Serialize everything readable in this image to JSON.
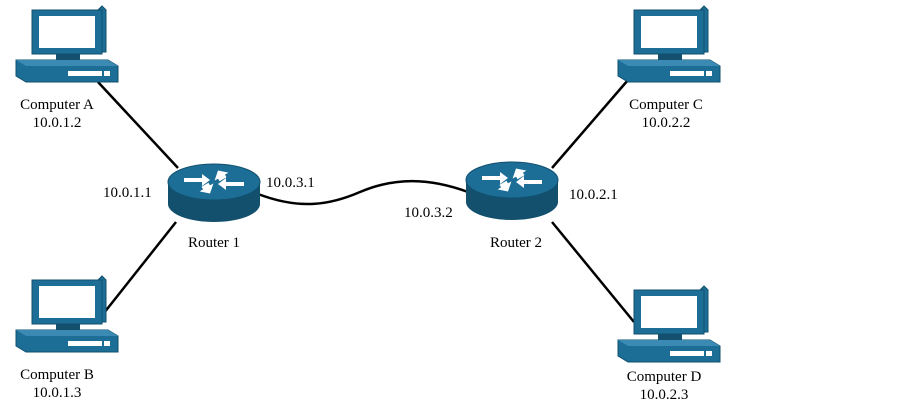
{
  "colors": {
    "device_fill": "#1c6e96",
    "device_dark": "#12506e",
    "device_light": "#3b8ab3",
    "screen": "#ffffff",
    "link": "#000000"
  },
  "nodes": {
    "computer_a": {
      "icon": "desktop-computer-icon",
      "name": "Computer A",
      "ip": "10.0.1.2"
    },
    "computer_b": {
      "icon": "desktop-computer-icon",
      "name": "Computer B",
      "ip": "10.0.1.3"
    },
    "computer_c": {
      "icon": "desktop-computer-icon",
      "name": "Computer C",
      "ip": "10.0.2.2"
    },
    "computer_d": {
      "icon": "desktop-computer-icon",
      "name": "Computer D",
      "ip": "10.0.2.3"
    },
    "router_1": {
      "icon": "router-icon",
      "name": "Router 1",
      "ip_lan": "10.0.1.1",
      "ip_wan": "10.0.3.1"
    },
    "router_2": {
      "icon": "router-icon",
      "name": "Router 2",
      "ip_lan": "10.0.2.1",
      "ip_wan": "10.0.3.2"
    }
  },
  "links": [
    {
      "from": "computer_a",
      "to": "router_1"
    },
    {
      "from": "computer_b",
      "to": "router_1"
    },
    {
      "from": "router_1",
      "to": "router_2"
    },
    {
      "from": "router_2",
      "to": "computer_c"
    },
    {
      "from": "router_2",
      "to": "computer_d"
    }
  ]
}
